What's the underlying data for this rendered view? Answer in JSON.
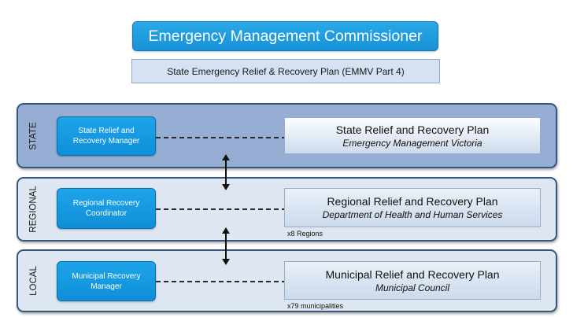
{
  "header": {
    "title": "Emergency Management Commissioner",
    "plan": "State Emergency Relief & Recovery Plan (EMMV Part 4)"
  },
  "tiers": [
    {
      "label": "STATE",
      "role": "State Relief and\nRecovery Manager",
      "plan_title": "State Relief and Recovery Plan",
      "plan_owner": "Emergency Management Victoria",
      "note": ""
    },
    {
      "label": "REGIONAL",
      "role": "Regional Recovery\nCoordinator",
      "plan_title": "Regional Relief and Recovery Plan",
      "plan_owner": "Department of Health and Human Services",
      "note": "x8 Regions"
    },
    {
      "label": "LOCAL",
      "role": "Municipal Recovery\nManager",
      "plan_title": "Municipal Relief and Recovery Plan",
      "plan_owner": "Municipal Council",
      "note": "x79 municipalities"
    }
  ],
  "colors": {
    "accent_blue": "#1ea4ea",
    "state_band": "#96aed3",
    "lower_band": "#dde6f1",
    "band_border": "#36577f"
  },
  "icons": [
    "double-headed-arrow-icon"
  ]
}
